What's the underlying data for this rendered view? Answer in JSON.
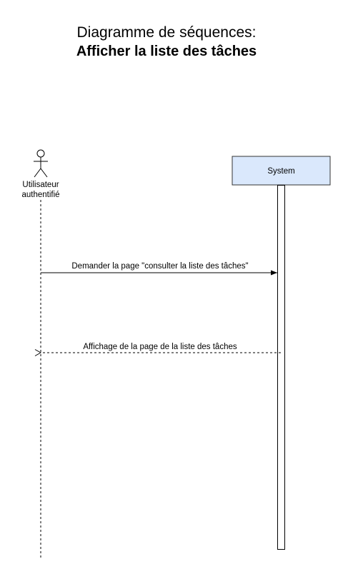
{
  "title": {
    "line1": "Diagramme de séquences:",
    "line2": "Afficher la liste des tâches"
  },
  "actor": {
    "label_line1": "Utilisateur",
    "label_line2": "authentifié"
  },
  "system": {
    "label": "System",
    "fill_color": "#dae8fc",
    "border_color": "#333333"
  },
  "messages": [
    {
      "label": "Demander la page \"consulter la liste des tâches\"",
      "style": "solid"
    },
    {
      "label": "Affichage de la page de la liste des tâches",
      "style": "dashed"
    }
  ]
}
